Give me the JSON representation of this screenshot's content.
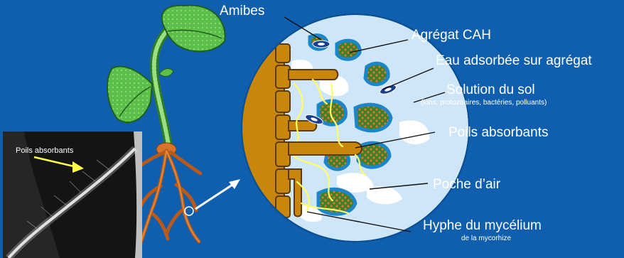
{
  "labels": {
    "amibes": "Amibes",
    "agregat": "Agrégat CAH",
    "eau": "Eau adsorbée sur agrégat",
    "solution_title": "Solution du sol",
    "solution_sub": "(ions, protozoaires, bactéries, polluants)",
    "poils": "Poils absorbants",
    "poche": "Poche d’air",
    "hyphe_title": "Hyphe du mycélium",
    "hyphe_sub": "de la mycorhize"
  },
  "photo": {
    "label": "Poils absorbants"
  },
  "colors": {
    "background": "#0f5fae",
    "soil_circle": "#cfe6f8",
    "root_brown": "#c8860b",
    "aggregate_green": "#3f7f2a",
    "aggregate_border": "#1d86c8",
    "hyphae": "#ffff66",
    "leaf_green": "#3ea73e",
    "root_orange": "#d9732a"
  }
}
